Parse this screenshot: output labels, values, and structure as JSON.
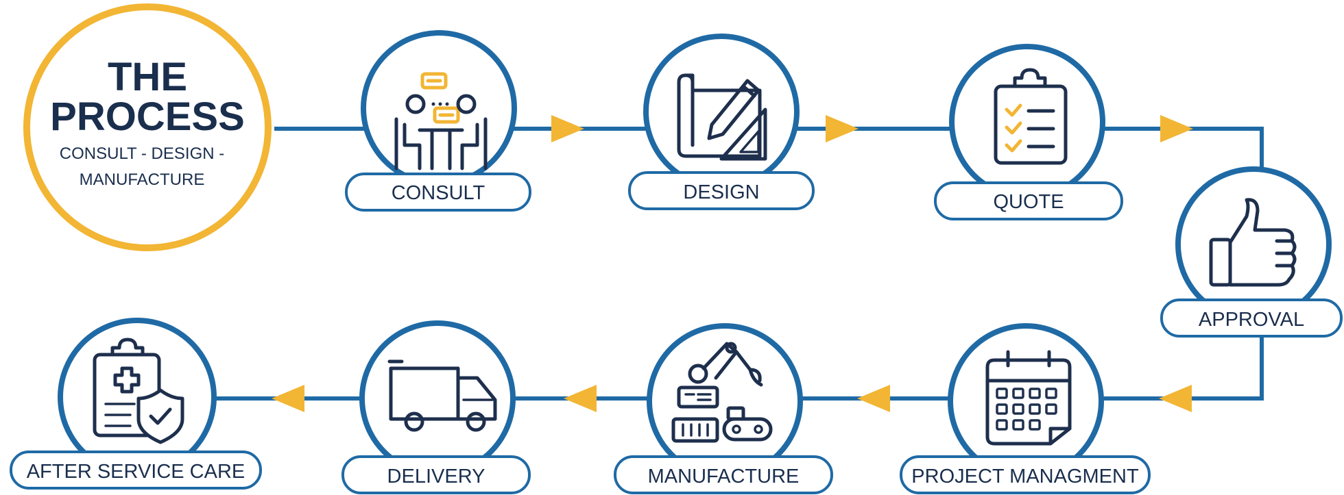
{
  "title": {
    "line1": "THE",
    "line2": "PROCESS",
    "subtitle_line1": "CONSULT - DESIGN -",
    "subtitle_line2": "MANUFACTURE"
  },
  "colors": {
    "primary_blue": "#1f6aa5",
    "accent_yellow": "#f2b534",
    "text_navy": "#1a2e4d"
  },
  "steps": [
    {
      "label": "CONSULT",
      "icon": "meeting-icon"
    },
    {
      "label": "DESIGN",
      "icon": "blueprint-icon"
    },
    {
      "label": "QUOTE",
      "icon": "clipboard-checklist-icon"
    },
    {
      "label": "APPROVAL",
      "icon": "thumbs-up-icon"
    },
    {
      "label": "PROJECT MANAGMENT",
      "icon": "calendar-icon"
    },
    {
      "label": "MANUFACTURE",
      "icon": "robot-arm-icon"
    },
    {
      "label": "DELIVERY",
      "icon": "truck-icon"
    },
    {
      "label": "AFTER SERVICE CARE",
      "icon": "medical-clipboard-shield-icon"
    }
  ]
}
